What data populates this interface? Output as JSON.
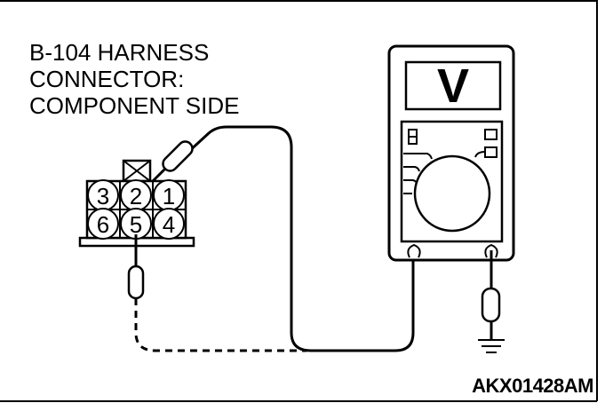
{
  "caption": {
    "line1": "B-104 HARNESS",
    "line2": "CONNECTOR:",
    "line3": "COMPONENT SIDE"
  },
  "connector": {
    "pins_top": [
      "3",
      "2",
      "1"
    ],
    "pins_bottom": [
      "6",
      "5",
      "4"
    ]
  },
  "meter": {
    "display": "V"
  },
  "figure_code": "AKX01428AM"
}
